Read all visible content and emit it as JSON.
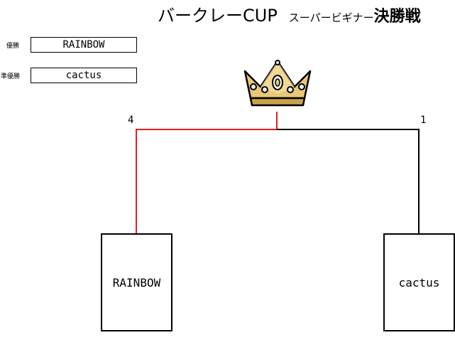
{
  "header": {
    "title": "バークレーCUP",
    "subtitle": "スーパービギナー",
    "final_label": "決勝戦"
  },
  "results": {
    "winner_label": "優勝",
    "winner_name": "RAINBOW",
    "runner_up_label": "準優勝",
    "runner_up_name": "cactus"
  },
  "match": {
    "left_team": "RAINBOW",
    "left_score": "4",
    "right_team": "cactus",
    "right_score": "1",
    "winner_color": "#e02020",
    "loser_color": "#000000"
  },
  "icons": {
    "trophy": "crown-icon"
  }
}
